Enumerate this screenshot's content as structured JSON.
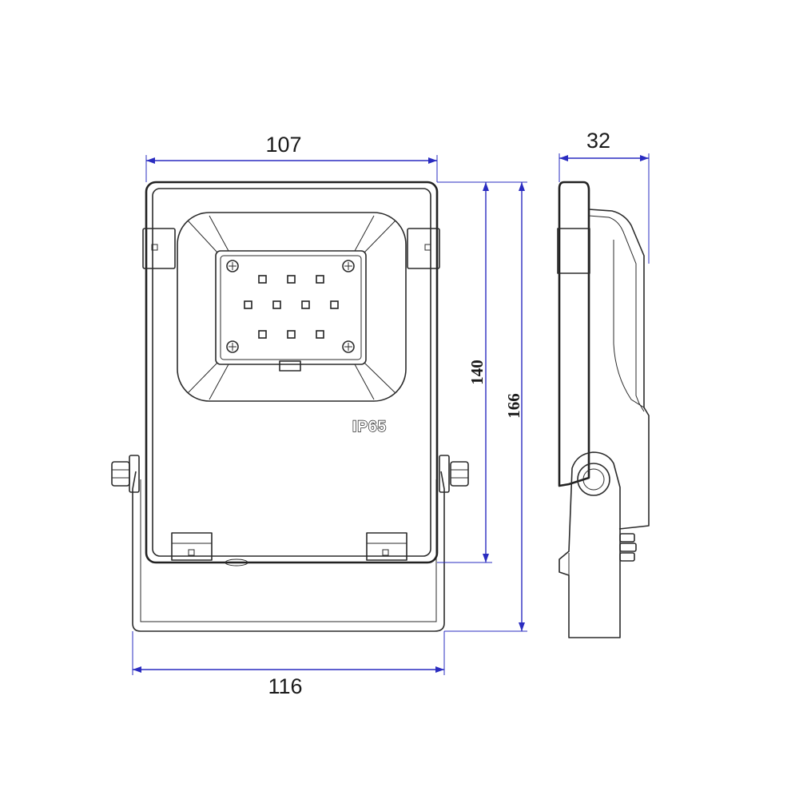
{
  "dimensions": {
    "front_width_top": "107",
    "front_width_bottom": "116",
    "body_height": "140",
    "total_height": "166",
    "side_depth": "32"
  },
  "labels": {
    "ip_rating": "IP65"
  },
  "colors": {
    "dimension_line": "#2a2cc0",
    "outline": "#2b2b2b",
    "background": "#ffffff"
  }
}
